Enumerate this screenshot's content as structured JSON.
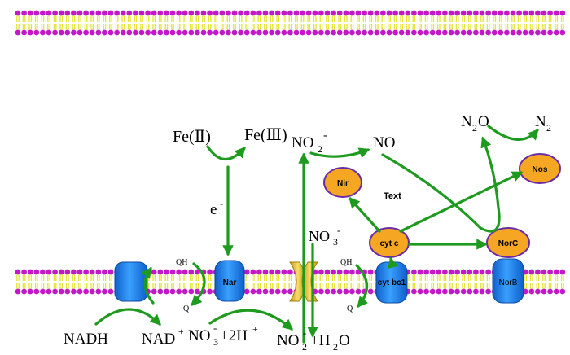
{
  "colors": {
    "lipid_head": "#c218c8",
    "lipid_tail": "#e6e63a",
    "arrow": "#1e9a1e",
    "protein_blue": "#1d80ee",
    "enzyme_orange": "#f5a623",
    "enzyme_border": "#6a2ca6",
    "channel_gold": "#e8c340"
  },
  "labels": {
    "fe2": "Fe(Ⅱ)",
    "fe3": "Fe(Ⅲ)",
    "electron": "e",
    "electron_sup": "-",
    "no2_top": "NO",
    "no2_top_sub": "2",
    "no2_top_sup": "-",
    "no": "NO",
    "n2o": "N",
    "n2o_sub": "2",
    "n2o_tail": "O",
    "n2": "N",
    "n2_sub": "2",
    "no3_mid": "NO",
    "no3_mid_sub": "3",
    "no3_mid_sup": "-",
    "text_placeholder": "Text",
    "qh_left": "QH",
    "q_left": "Q",
    "qh_right": "QH",
    "q_right": "Q",
    "nadh": "NADH",
    "nad": "NAD",
    "nad_sup": "+",
    "no3_bottom": "NO",
    "no3_bottom_sub": "3",
    "no3_bottom_sup": "-",
    "no3_bottom_tail": "+2H",
    "no3_bottom_tail_sup": "+",
    "no2_bottom": "NO",
    "no2_bottom_sub": "2",
    "no2_bottom_sup": "-",
    "no2_bottom_tail": "+H",
    "no2_bottom_tail_sub": "2",
    "no2_bottom_tail_end": "O"
  },
  "proteins": {
    "nar": "Nar",
    "cytbc1": "cyt bc1",
    "norb": "NorB"
  },
  "enzymes": {
    "nir": "Nir",
    "cytc": "cyt c",
    "norc": "NorC",
    "nos": "Nos"
  }
}
